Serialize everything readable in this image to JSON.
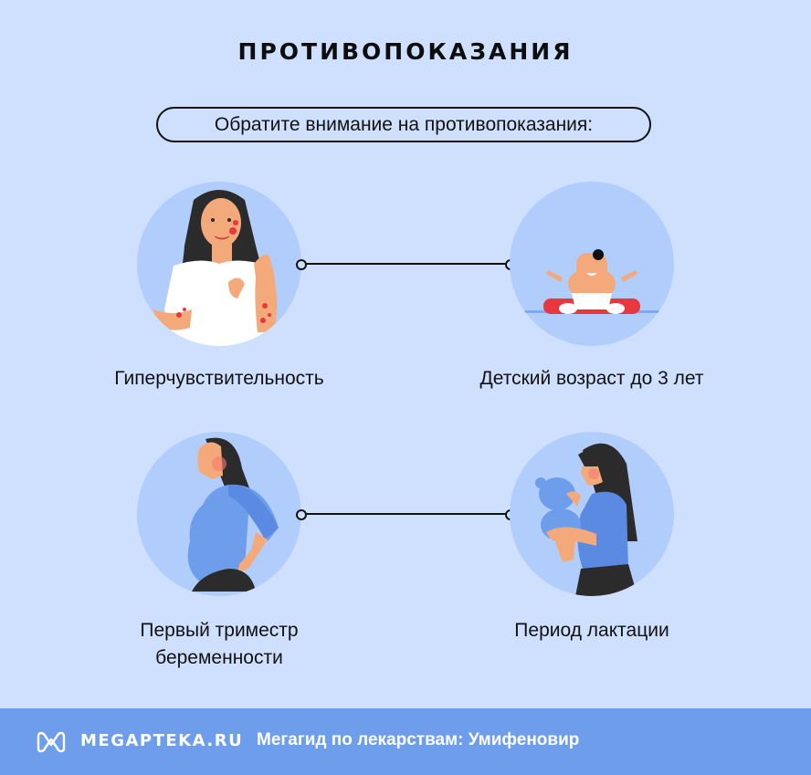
{
  "header": {
    "title": "ПРОТИВОПОКАЗАНИЯ",
    "subtitle": "Обратите внимание на противопоказания:"
  },
  "items": [
    {
      "label": "Гиперчувствительность",
      "icon": "woman-with-rash-illustration"
    },
    {
      "label": "Детский возраст до 3 лет",
      "icon": "sitting-baby-illustration"
    },
    {
      "label_line1": "Первый триместр",
      "label_line2": "беременности",
      "icon": "pregnant-woman-illustration"
    },
    {
      "label": "Период лактации",
      "icon": "mother-holding-baby-illustration"
    }
  ],
  "footer": {
    "brand": "MEGAPTEKA.RU",
    "tagline": "Мегагид по лекарствам: Умифеновир",
    "logo_icon": "megapteka-m-logo"
  },
  "colors": {
    "background": "#cfe0fe",
    "circle": "#b1cdfb",
    "footer": "#6e9deb",
    "accent_blue": "#5b8ae3",
    "skin": "#f4a97a",
    "hair": "#2b2b2b",
    "rash_red": "#e8383d"
  }
}
